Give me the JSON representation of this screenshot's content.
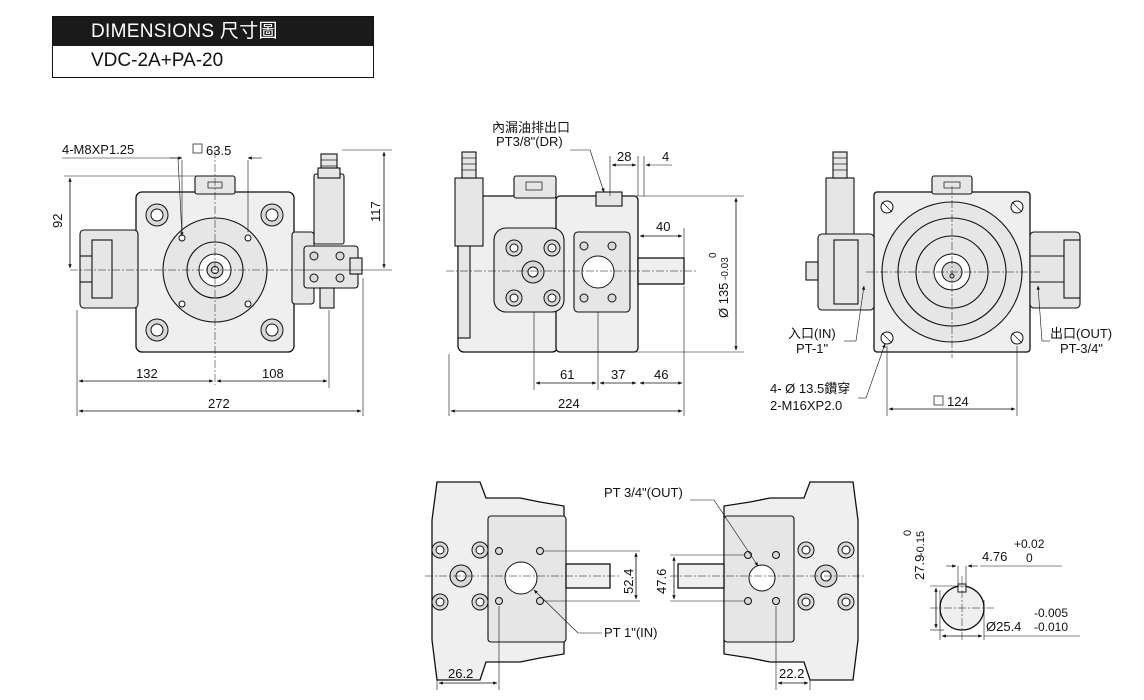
{
  "header": {
    "title": "DIMENSIONS  尺寸圖",
    "model": "VDC-2A+PA-20"
  },
  "front_view": {
    "thread_label": "4-M8XP1.25",
    "square_label": "63.5",
    "height_92": "92",
    "height_117": "117",
    "dim_132": "132",
    "dim_108": "108",
    "dim_272": "272"
  },
  "side_view": {
    "drain_label": "內漏油排出口",
    "drain_port": "PT3/8\"(DR)",
    "dim_28": "28",
    "dim_4": "4",
    "dim_40": "40",
    "dia_135": "Ø 135",
    "tol_0": "0",
    "tol_neg": "-0.03",
    "dim_61": "61",
    "dim_37": "37",
    "dim_46": "46",
    "dim_224": "224"
  },
  "rear_view": {
    "inlet_label": "入口(IN)",
    "inlet_port": "PT-1\"",
    "outlet_label": "出口(OUT)",
    "outlet_port": "PT-3/4\"",
    "hole_label": "4- Ø 13.5鑽穿",
    "hole_thread": "2-M16XP2.0",
    "square_label": "124"
  },
  "bottom_view": {
    "out_port": "PT  3/4\"(OUT)",
    "in_port": "PT  1\"(IN)",
    "dim_52_4": "52.4",
    "dim_47_6": "47.6",
    "dim_26_2": "26.2",
    "dim_22_2": "22.2"
  },
  "shaft_detail": {
    "key_height": "27.9",
    "key_tol": "0\n-0.15",
    "key_tol_a": "0",
    "key_tol_b": "-0.15",
    "key_width": "4.76",
    "key_width_tol_a": "+0.02",
    "key_width_tol_b": "0",
    "shaft_dia": "Ø25.4",
    "shaft_tol_a": "-0.005",
    "shaft_tol_b": "-0.010"
  }
}
